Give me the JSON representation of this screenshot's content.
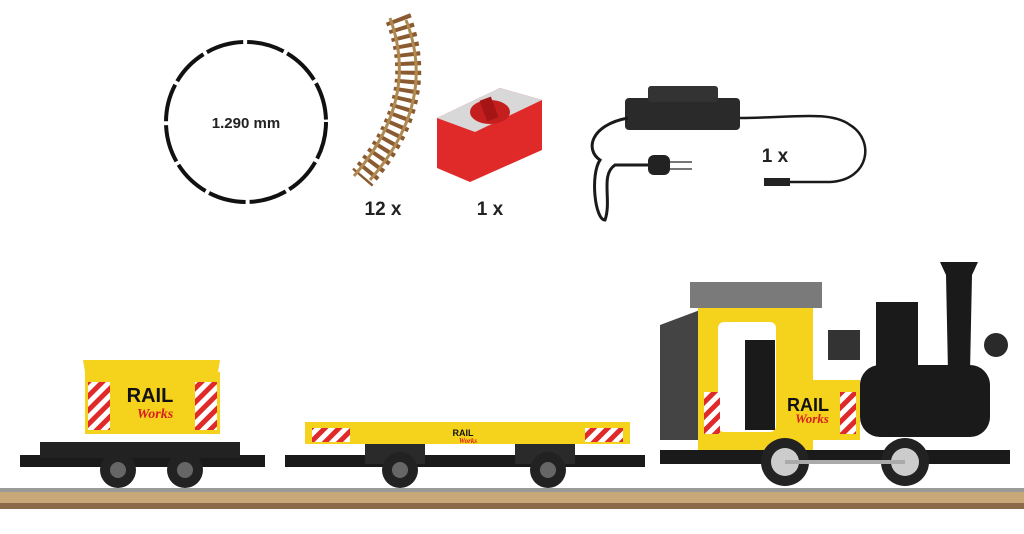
{
  "contents": {
    "track_circle": {
      "diameter_label": "1.290 mm"
    },
    "curved_track": {
      "quantity_label": "12 x"
    },
    "controller": {
      "quantity_label": "1 x"
    },
    "power_supply": {
      "quantity_label": "1 x"
    }
  },
  "train": {
    "logo_rail": "RAIL",
    "logo_works": "Works"
  },
  "colors": {
    "yellow": "#f5d21c",
    "red": "#e02a2a",
    "black": "#1a1a1a",
    "track_tan": "#c8a878"
  }
}
